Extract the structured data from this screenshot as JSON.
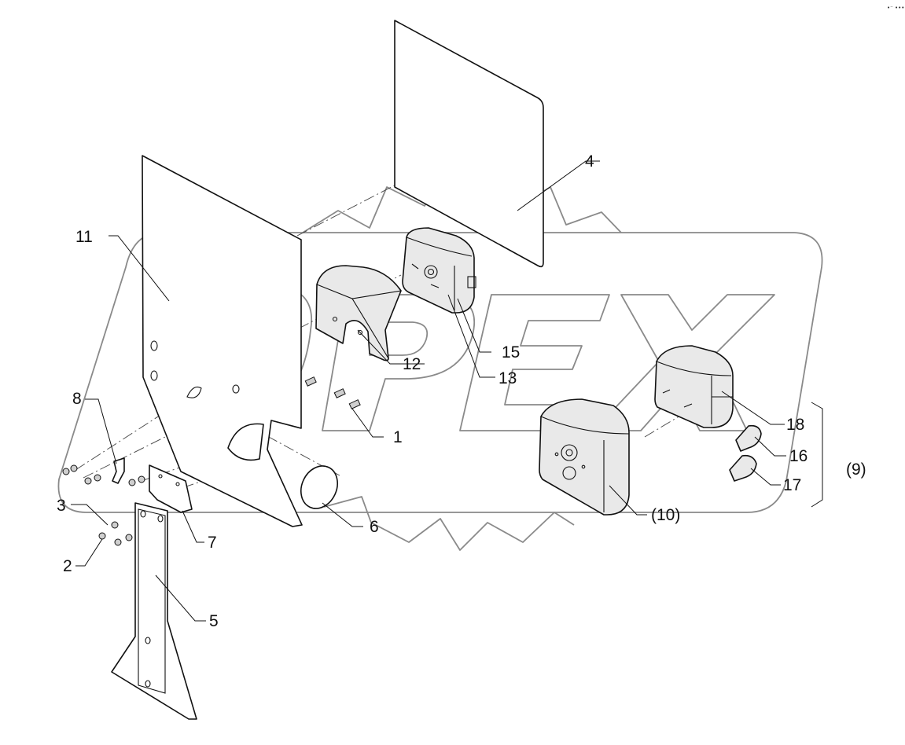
{
  "watermark": {
    "text": "OPEX"
  },
  "corner_mark": "•⁻ •••",
  "callouts": [
    {
      "id": "c1",
      "text": "1"
    },
    {
      "id": "c2",
      "text": "2"
    },
    {
      "id": "c3",
      "text": "3"
    },
    {
      "id": "c4",
      "text": "4"
    },
    {
      "id": "c5",
      "text": "5"
    },
    {
      "id": "c6",
      "text": "6"
    },
    {
      "id": "c7",
      "text": "7"
    },
    {
      "id": "c8",
      "text": "8"
    },
    {
      "id": "c9",
      "text": "(9)"
    },
    {
      "id": "c10",
      "text": "(10)"
    },
    {
      "id": "c11",
      "text": "11"
    },
    {
      "id": "c12",
      "text": "12"
    },
    {
      "id": "c13",
      "text": "13"
    },
    {
      "id": "c15",
      "text": "15"
    },
    {
      "id": "c16",
      "text": "16"
    },
    {
      "id": "c17",
      "text": "17"
    },
    {
      "id": "c18",
      "text": "18"
    }
  ]
}
